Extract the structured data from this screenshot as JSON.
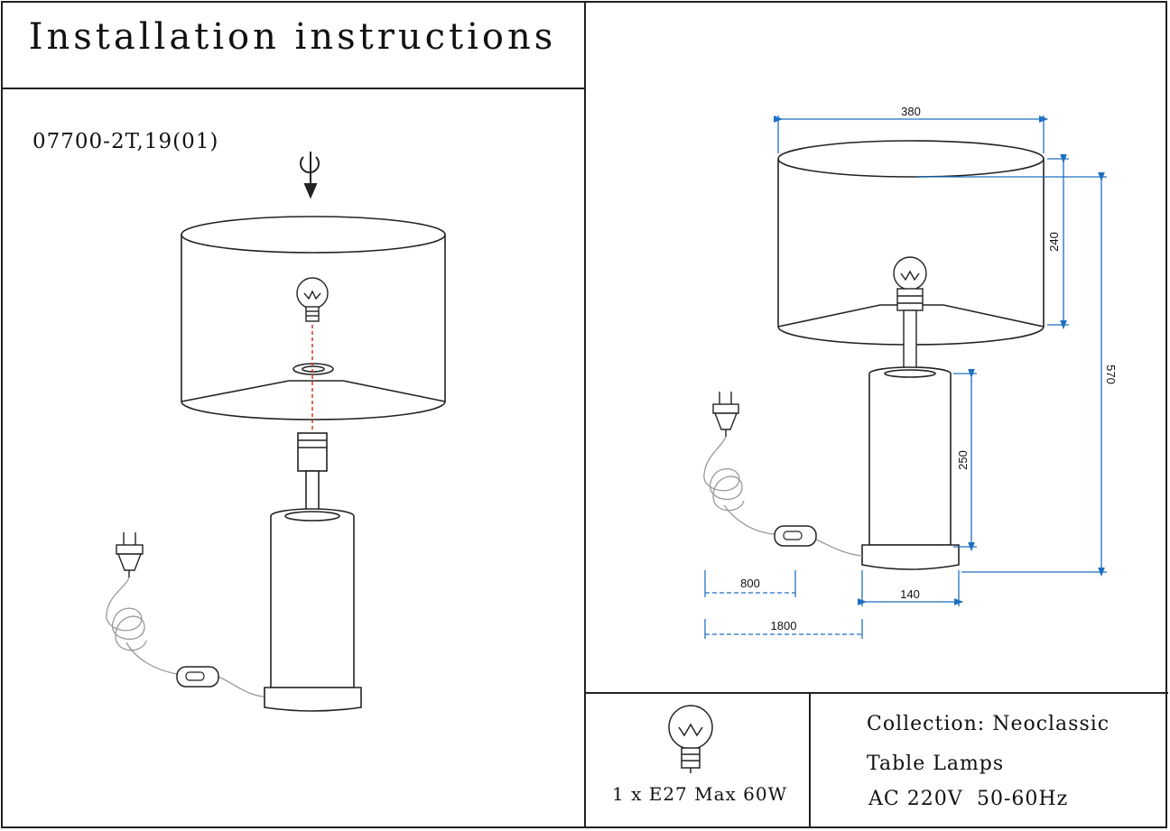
{
  "header": {
    "title": "Installation instructions"
  },
  "left_panel": {
    "model_code": "07700-2T,19(01)"
  },
  "dimensions": {
    "shade_width": "380",
    "shade_height": "240",
    "total_height": "570",
    "base_height": "250",
    "base_width": "140",
    "cord_switch": "800",
    "cord_total": "1800"
  },
  "specs": {
    "bulb": "1 x E27 Max 60W",
    "collection": "Collection: Neoclassic",
    "category": "Table Lamps",
    "voltage": "AC 220V",
    "frequency": "50-60Hz"
  },
  "colors": {
    "dimension_line": "#1f6fc0",
    "alignment_line": "#d0281c",
    "ink": "#222222"
  }
}
